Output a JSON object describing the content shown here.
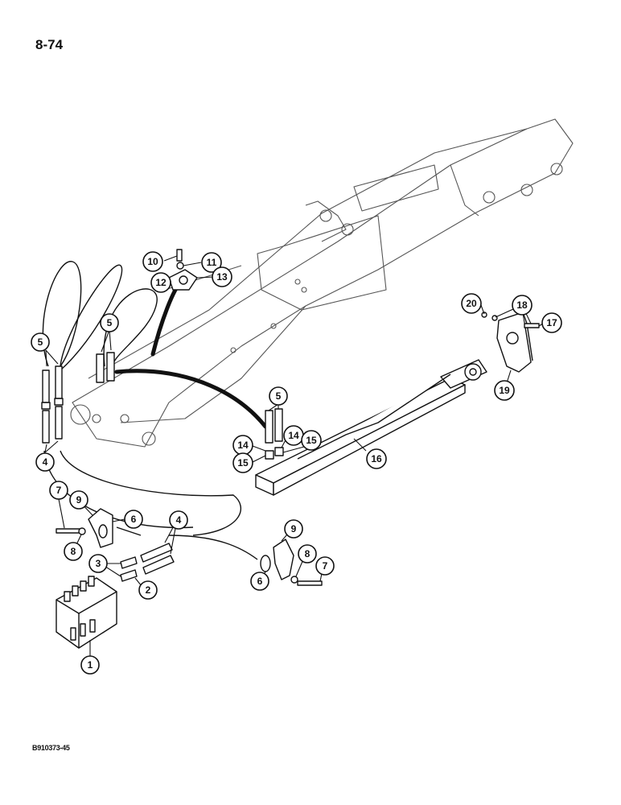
{
  "page": {
    "number": "8-74",
    "reference_code": "B910373-45"
  },
  "callouts": [
    {
      "id": "c1",
      "label": "1"
    },
    {
      "id": "c2",
      "label": "2"
    },
    {
      "id": "c3",
      "label": "3"
    },
    {
      "id": "c4a",
      "label": "4"
    },
    {
      "id": "c4b",
      "label": "4"
    },
    {
      "id": "c5a",
      "label": "5"
    },
    {
      "id": "c5b",
      "label": "5"
    },
    {
      "id": "c5c",
      "label": "5"
    },
    {
      "id": "c6a",
      "label": "6"
    },
    {
      "id": "c6b",
      "label": "6"
    },
    {
      "id": "c7a",
      "label": "7"
    },
    {
      "id": "c7b",
      "label": "7"
    },
    {
      "id": "c8a",
      "label": "8"
    },
    {
      "id": "c8b",
      "label": "8"
    },
    {
      "id": "c9a",
      "label": "9"
    },
    {
      "id": "c9b",
      "label": "9"
    },
    {
      "id": "c10",
      "label": "10"
    },
    {
      "id": "c11",
      "label": "11"
    },
    {
      "id": "c12",
      "label": "12"
    },
    {
      "id": "c13",
      "label": "13"
    },
    {
      "id": "c14a",
      "label": "14"
    },
    {
      "id": "c14b",
      "label": "14"
    },
    {
      "id": "c15a",
      "label": "15"
    },
    {
      "id": "c15b",
      "label": "15"
    },
    {
      "id": "c16",
      "label": "16"
    },
    {
      "id": "c17",
      "label": "17"
    },
    {
      "id": "c18",
      "label": "18"
    },
    {
      "id": "c19",
      "label": "19"
    },
    {
      "id": "c20",
      "label": "20"
    }
  ]
}
